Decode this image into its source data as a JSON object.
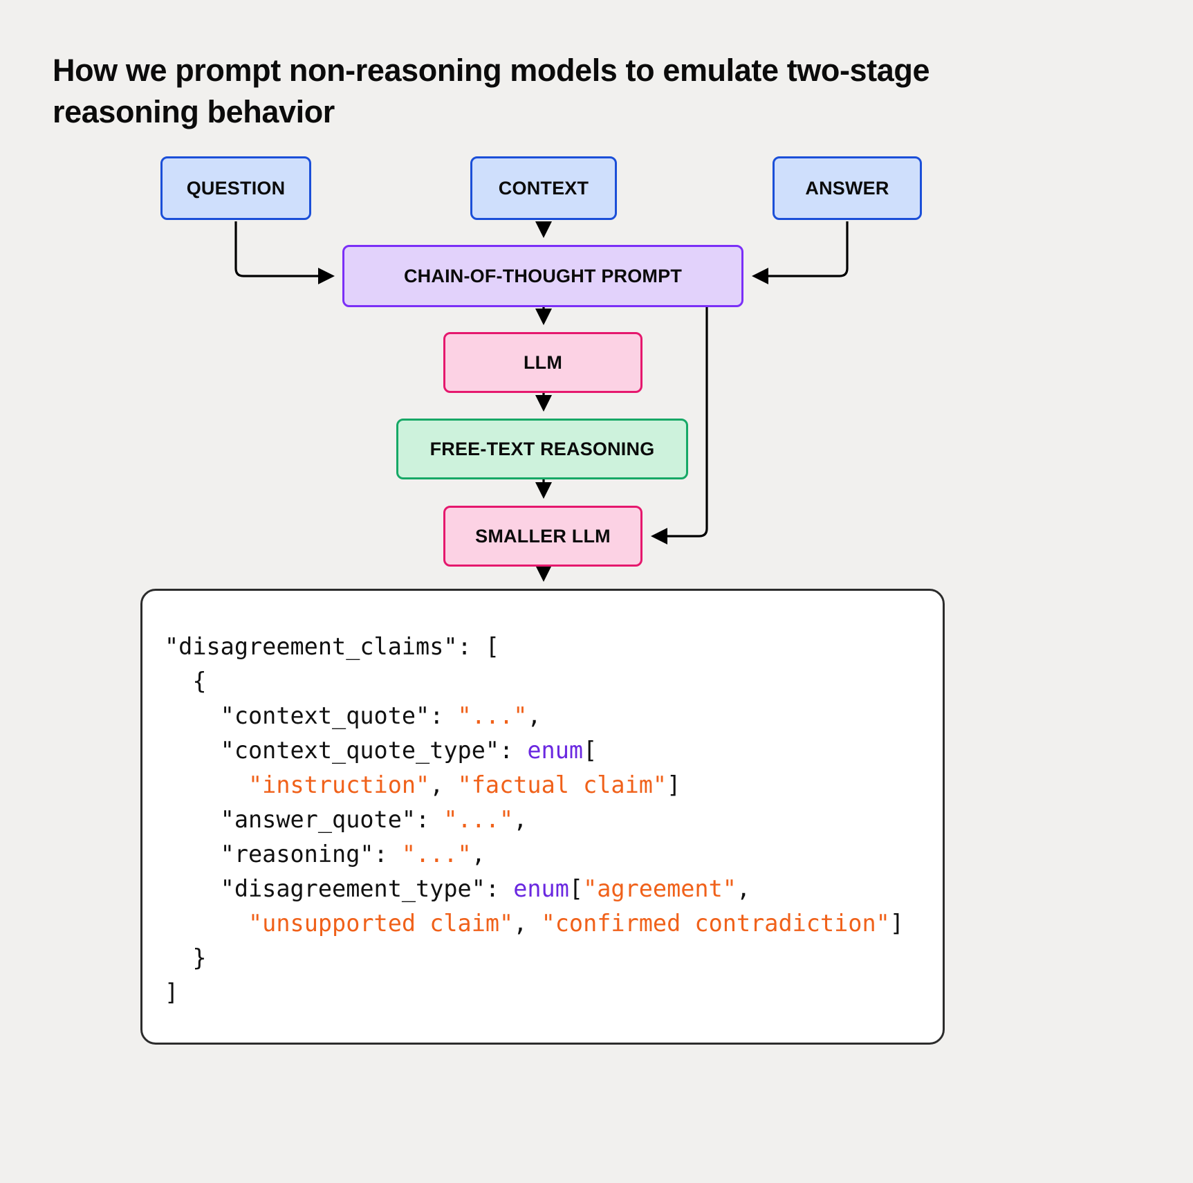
{
  "title": "How we prompt non-reasoning models to emulate two-stage reasoning behavior",
  "colors": {
    "page_background": "#f1f0ee",
    "blue_fill": "#cfdffc",
    "blue_border": "#1b4fd8",
    "purple_fill": "#e2d2fb",
    "purple_border": "#7b2ff7",
    "pink_fill": "#fcd2e4",
    "pink_border": "#e5186d",
    "green_fill": "#cdf2dc",
    "green_border": "#16a866",
    "code_string": "#f0611a",
    "code_enum": "#6a28e0",
    "code_text": "#111111",
    "arrow": "#000000"
  },
  "diagram": {
    "nodes": {
      "question": "QUESTION",
      "context": "CONTEXT",
      "answer": "ANSWER",
      "cot_prompt": "CHAIN-OF-THOUGHT PROMPT",
      "llm": "LLM",
      "free_text_reasoning": "FREE-TEXT REASONING",
      "smaller_llm": "SMALLER LLM"
    },
    "edges": [
      {
        "from": "QUESTION",
        "to": "CHAIN-OF-THOUGHT PROMPT"
      },
      {
        "from": "CONTEXT",
        "to": "CHAIN-OF-THOUGHT PROMPT"
      },
      {
        "from": "ANSWER",
        "to": "CHAIN-OF-THOUGHT PROMPT"
      },
      {
        "from": "CHAIN-OF-THOUGHT PROMPT",
        "to": "LLM"
      },
      {
        "from": "LLM",
        "to": "FREE-TEXT REASONING"
      },
      {
        "from": "FREE-TEXT REASONING",
        "to": "SMALLER LLM"
      },
      {
        "from": "CHAIN-OF-THOUGHT PROMPT",
        "to": "SMALLER LLM"
      },
      {
        "from": "SMALLER LLM",
        "to": "output-schema"
      }
    ]
  },
  "code": {
    "lines": [
      [
        {
          "t": "\"disagreement_claims\": [",
          "c": "plain"
        }
      ],
      [
        {
          "t": "  {",
          "c": "plain"
        }
      ],
      [
        {
          "t": "    \"context_quote\": ",
          "c": "plain"
        },
        {
          "t": "\"...\"",
          "c": "str"
        },
        {
          "t": ",",
          "c": "plain"
        }
      ],
      [
        {
          "t": "    \"context_quote_type\": ",
          "c": "plain"
        },
        {
          "t": "enum",
          "c": "enum"
        },
        {
          "t": "[",
          "c": "plain"
        }
      ],
      [
        {
          "t": "      ",
          "c": "plain"
        },
        {
          "t": "\"instruction\"",
          "c": "str"
        },
        {
          "t": ", ",
          "c": "plain"
        },
        {
          "t": "\"factual claim\"",
          "c": "str"
        },
        {
          "t": "]",
          "c": "plain"
        }
      ],
      [
        {
          "t": "    \"answer_quote\": ",
          "c": "plain"
        },
        {
          "t": "\"...\"",
          "c": "str"
        },
        {
          "t": ",",
          "c": "plain"
        }
      ],
      [
        {
          "t": "    \"reasoning\": ",
          "c": "plain"
        },
        {
          "t": "\"...\"",
          "c": "str"
        },
        {
          "t": ",",
          "c": "plain"
        }
      ],
      [
        {
          "t": "    \"disagreement_type\": ",
          "c": "plain"
        },
        {
          "t": "enum",
          "c": "enum"
        },
        {
          "t": "[",
          "c": "plain"
        },
        {
          "t": "\"agreement\"",
          "c": "str"
        },
        {
          "t": ",",
          "c": "plain"
        }
      ],
      [
        {
          "t": "      ",
          "c": "plain"
        },
        {
          "t": "\"unsupported claim\"",
          "c": "str"
        },
        {
          "t": ", ",
          "c": "plain"
        },
        {
          "t": "\"confirmed contradiction\"",
          "c": "str"
        },
        {
          "t": "]",
          "c": "plain"
        }
      ],
      [
        {
          "t": "  }",
          "c": "plain"
        }
      ],
      [
        {
          "t": "]",
          "c": "plain"
        }
      ]
    ]
  }
}
